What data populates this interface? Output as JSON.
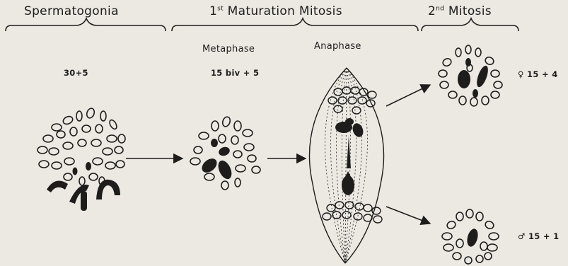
{
  "headers": {
    "spermatogonia": "Spermatogonia",
    "first_mitosis_ord": "1st",
    "first_mitosis_rest": "Maturation Mitosis",
    "second_mitosis_ord": "2nd",
    "second_mitosis_rest": "Mitosis"
  },
  "subheaders": {
    "metaphase": "Metaphase",
    "anaphase": "Anaphase"
  },
  "formulas": {
    "spermatogonia": "30+5",
    "metaphase": "15 biv + 5",
    "female_symbol": "♀",
    "female": "15 + 4",
    "male_symbol": "♂",
    "male": "15 + 1"
  },
  "colors": {
    "background": "#ece9e3",
    "ink": "#1e1d1c"
  }
}
